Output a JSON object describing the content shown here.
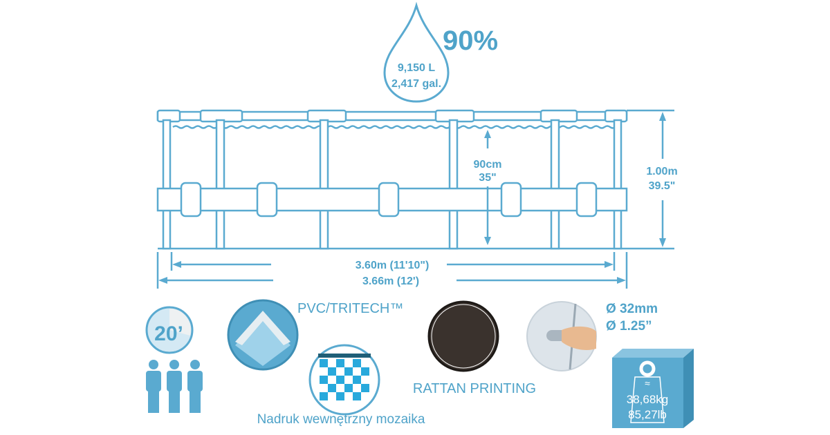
{
  "capacity": {
    "fill_percent_label": "90%",
    "liters": "9,150 L",
    "gallons": "2,417 gal."
  },
  "dimensions": {
    "water_depth_cm": "90cm",
    "water_depth_in": "35\"",
    "height_m": "1.00m",
    "height_in": "39.5\"",
    "inner_width": "3.60m (11'10\")",
    "outer_width": "3.66m (12')"
  },
  "features": {
    "setup_time": "20’",
    "material": "PVC/TRITECH™",
    "mosaic": "Nadruk wewnętrzny mozaika",
    "rattan": "RATTAN PRINTING",
    "connector_mm": "Ø 32mm",
    "connector_in": "Ø 1.25”",
    "weight_approx": "≈",
    "weight_kg": "38,68kg",
    "weight_lb": "85,27lb"
  },
  "colors": {
    "accent": "#4fa3c9",
    "rattan": "#3a322d"
  }
}
